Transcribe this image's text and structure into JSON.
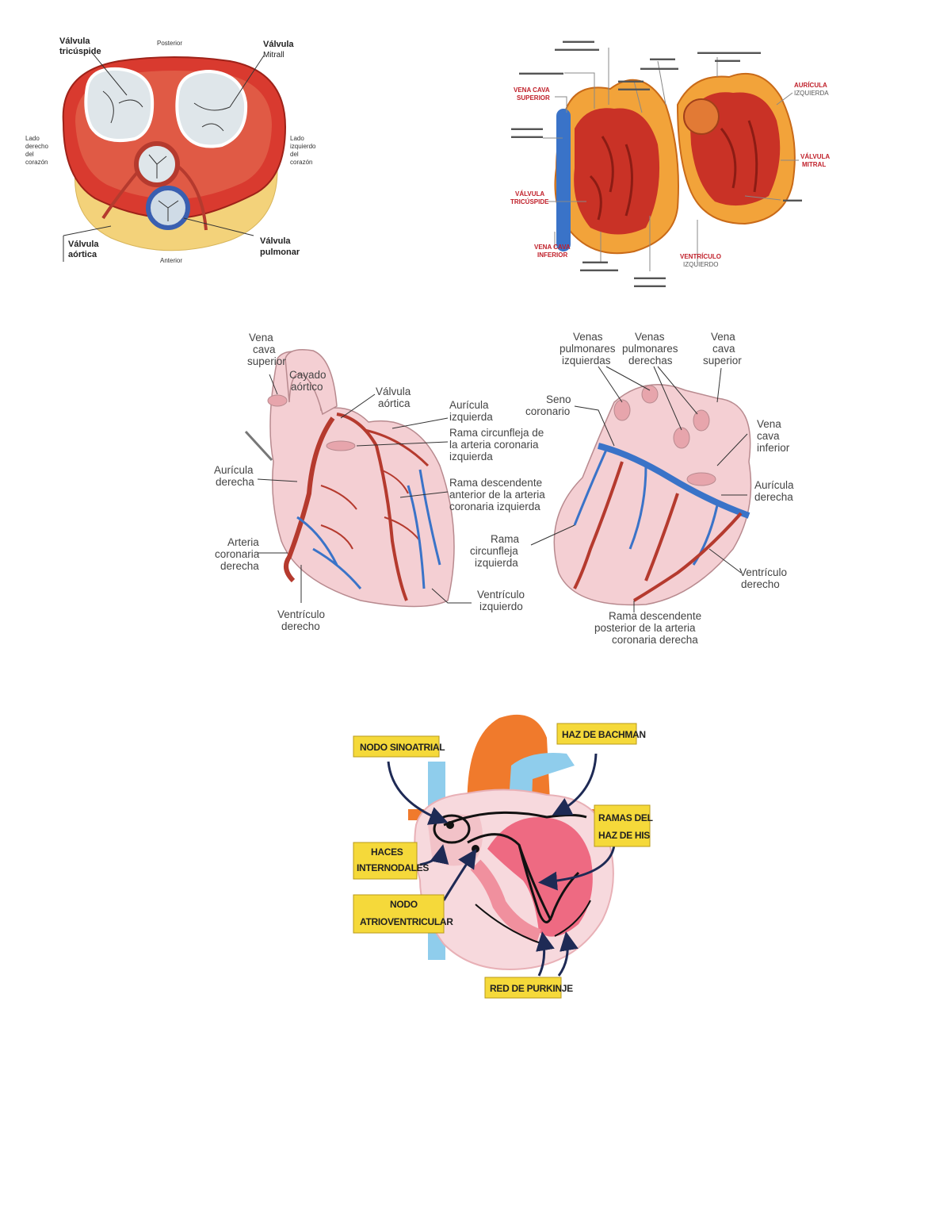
{
  "valves": {
    "tricuspid": [
      "Válvula",
      "tricúspide"
    ],
    "posterior": "Posterior",
    "mitral": [
      "Válvula",
      "Mitrall"
    ],
    "right_side": [
      "Lado",
      "derecho",
      "del",
      "corazón"
    ],
    "left_side": [
      "Lado",
      "izquierdo",
      "del",
      "corazón"
    ],
    "aortic": [
      "Válvula",
      "aórtica"
    ],
    "pulmonary": [
      "Válvula",
      "pulmonar"
    ],
    "anterior": "Anterior"
  },
  "section": {
    "svc": [
      "VENA CAVA",
      "SUPERIOR"
    ],
    "tricuspid": [
      "VÁLVULA",
      "TRICÚSPIDE"
    ],
    "ivc": [
      "VENA CAVA",
      "INFERIOR"
    ],
    "lv": [
      "VENTRÍCULO",
      "IZQUIERDO"
    ],
    "mitral": [
      "VÁLVULA",
      "MITRAL"
    ],
    "la": [
      "AURÍCULA",
      "IZQUIERDA"
    ]
  },
  "coronary": {
    "front": {
      "svc": [
        "Vena",
        "cava",
        "superior"
      ],
      "arch": [
        "Cayado",
        "aórtico"
      ],
      "aortic_valve": [
        "Válvula",
        "aórtica"
      ],
      "left_atrium": [
        "Aurícula",
        "izquierda"
      ],
      "circumflex": [
        "Rama circunfleja de",
        "la arteria coronaria",
        "izquierda"
      ],
      "lad": [
        "Rama descendente",
        "anterior de la arteria",
        "coronaria izquierda"
      ],
      "right_atrium": [
        "Aurícula",
        "derecha"
      ],
      "rca": [
        "Arteria",
        "coronaria",
        "derecha"
      ],
      "right_ventricle": [
        "Ventrículo",
        "derecho"
      ]
    },
    "back": {
      "lpv": [
        "Venas",
        "pulmonares",
        "izquierdas"
      ],
      "rpv": [
        "Venas",
        "pulmonares",
        "derechas"
      ],
      "svc": [
        "Vena",
        "cava",
        "superior"
      ],
      "sinus": [
        "Seno",
        "coronario"
      ],
      "ivc": [
        "Vena",
        "cava",
        "inferior"
      ],
      "right_atrium": [
        "Aurícula",
        "derecha"
      ],
      "circumflex": [
        "Rama",
        "circunfleja",
        "izquierda"
      ],
      "right_ventricle": [
        "Ventrículo",
        "derecho"
      ],
      "left_ventricle": [
        "Ventrículo",
        "izquierdo"
      ],
      "pda": [
        "Rama descendente",
        "posterior de la arteria",
        "coronaria derecha"
      ]
    }
  },
  "conduction": {
    "sa_node": "NODO SINOATRIAL",
    "bachman": "HAZ DE BACHMAN",
    "his": [
      "RAMAS DEL",
      "HAZ DE HIS"
    ],
    "internodal": [
      "HACES",
      "INTERNODALES"
    ],
    "av_node": [
      "NODO",
      "ATRIOVENTRICULAR"
    ],
    "purkinje": "RED DE PURKINJE"
  },
  "colors": {
    "muscle": "#d93a2f",
    "fat": "#f3d27a",
    "valve": "#dfe6ea",
    "vein_blue": "#3a73c8",
    "heart_pink": "#f4cfd3",
    "artery": "#b53a2e",
    "tag_yellow": "#f5d93a",
    "aorta_orange": "#f07a2c",
    "pulmonary_blue": "#8fcdec"
  }
}
